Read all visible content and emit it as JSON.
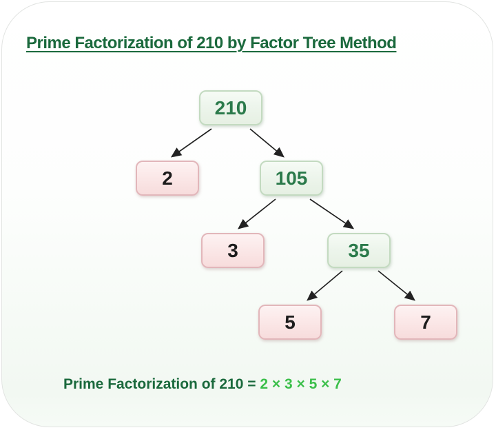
{
  "page": {
    "title": "Prime Factorization of 210 by Factor Tree Method"
  },
  "colors": {
    "title_green": "#1a693c",
    "node_green_text": "#2b7a4b",
    "node_green_bg": "#edf5ec",
    "node_green_border": "#c3dac0",
    "node_pink_bg": "#fbe8e8",
    "node_pink_border": "#e2b6ba",
    "bright_green": "#3bbf4a",
    "arrow_color": "#222222"
  },
  "tree": {
    "root_value": 210,
    "nodes": [
      {
        "id": "n210",
        "label": "210",
        "type": "composite"
      },
      {
        "id": "n2",
        "label": "2",
        "type": "prime"
      },
      {
        "id": "n105",
        "label": "105",
        "type": "composite"
      },
      {
        "id": "n3",
        "label": "3",
        "type": "prime"
      },
      {
        "id": "n35",
        "label": "35",
        "type": "composite"
      },
      {
        "id": "n5",
        "label": "5",
        "type": "prime"
      },
      {
        "id": "n7",
        "label": "7",
        "type": "prime"
      }
    ],
    "edges": [
      {
        "from": "n210",
        "to": "n2"
      },
      {
        "from": "n210",
        "to": "n105"
      },
      {
        "from": "n105",
        "to": "n3"
      },
      {
        "from": "n105",
        "to": "n35"
      },
      {
        "from": "n35",
        "to": "n5"
      },
      {
        "from": "n35",
        "to": "n7"
      }
    ]
  },
  "result": {
    "prefix": "Prime Factorization of 210 = ",
    "factors": "2 × 3 × 5 × 7"
  }
}
